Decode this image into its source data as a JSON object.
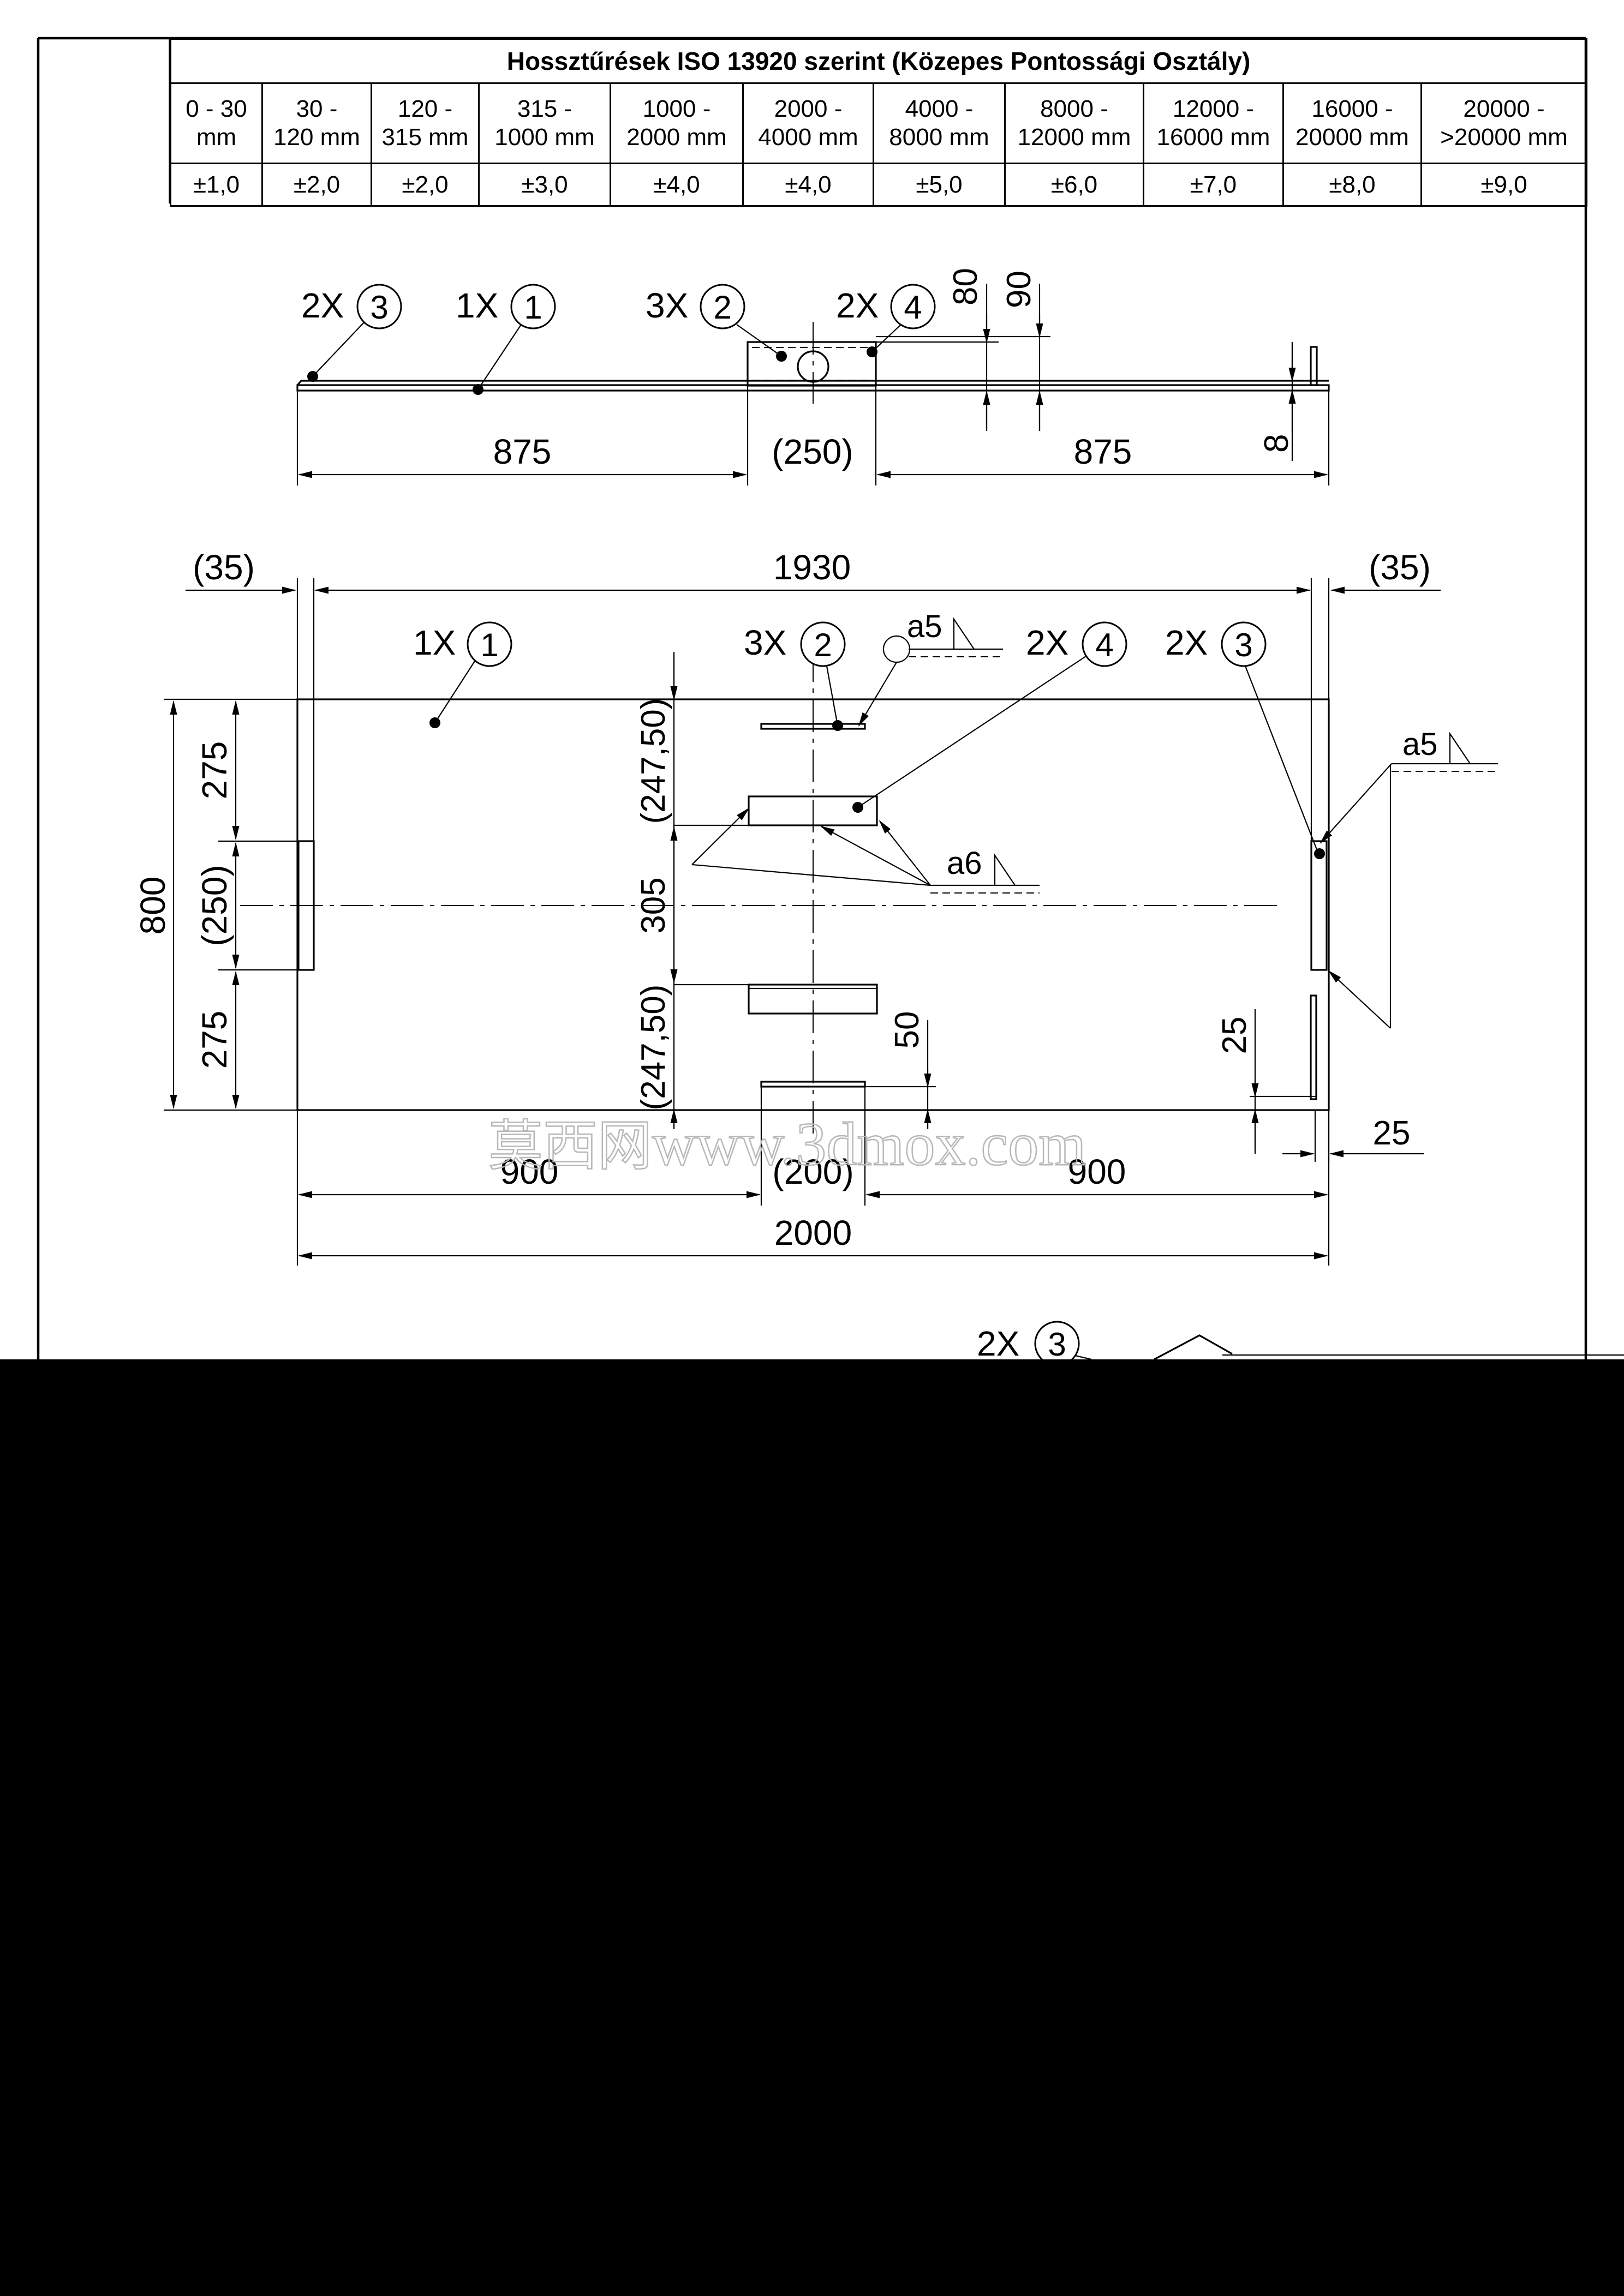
{
  "tolerance_table": {
    "title": "Hossztűrések ISO 13920 szerint (Közepes Pontossági Osztály)",
    "ranges": [
      [
        "0 - 30",
        "mm"
      ],
      [
        "30 -",
        "120 mm"
      ],
      [
        "120 -",
        "315 mm"
      ],
      [
        "315 -",
        "1000 mm"
      ],
      [
        "1000 -",
        "2000 mm"
      ],
      [
        "2000 -",
        "4000 mm"
      ],
      [
        "4000 -",
        "8000 mm"
      ],
      [
        "8000 -",
        "12000 mm"
      ],
      [
        "12000 -",
        "16000 mm"
      ],
      [
        "16000 -",
        "20000 mm"
      ],
      [
        "20000 -",
        ">20000 mm"
      ]
    ],
    "tolerances": [
      "±1,0",
      "±2,0",
      "±2,0",
      "±3,0",
      "±4,0",
      "±4,0",
      "±5,0",
      "±6,0",
      "±7,0",
      "±8,0",
      "±9,0"
    ]
  },
  "top_view": {
    "callouts": [
      {
        "qty": "2X",
        "part": "3"
      },
      {
        "qty": "1X",
        "part": "1"
      },
      {
        "qty": "3X",
        "part": "2"
      },
      {
        "qty": "2X",
        "part": "4"
      }
    ],
    "dims": {
      "left": "875",
      "center": "(250)",
      "right": "875",
      "h80": "80",
      "h90": "90",
      "h8": "8"
    }
  },
  "plan_view": {
    "callouts": [
      {
        "qty": "1X",
        "part": "1"
      },
      {
        "qty": "3X",
        "part": "2"
      },
      {
        "qty": "2X",
        "part": "4"
      },
      {
        "qty": "2X",
        "part": "3"
      }
    ],
    "welds": {
      "a5_top": "a5",
      "a5_right": "a5",
      "a6": "a6"
    },
    "dims": {
      "overall_top": "1930",
      "left_35": "(35)",
      "right_35": "(35)",
      "height": "800",
      "left_275_top": "275",
      "left_250": "(250)",
      "left_275_bottom": "275",
      "v247_top": "(247,50)",
      "v305": "305",
      "v247_bottom": "(247,50)",
      "v50": "50",
      "v25": "25",
      "h25": "25",
      "bottom_left": "900",
      "bottom_center": "(200)",
      "bottom_right": "900",
      "overall_bottom": "2000"
    }
  },
  "lower_view": {
    "callouts": [
      {
        "qty": "2X",
        "part": "3"
      }
    ]
  },
  "watermark": {
    "cjk": "莫西网",
    "url": "www.3dmox.com"
  }
}
